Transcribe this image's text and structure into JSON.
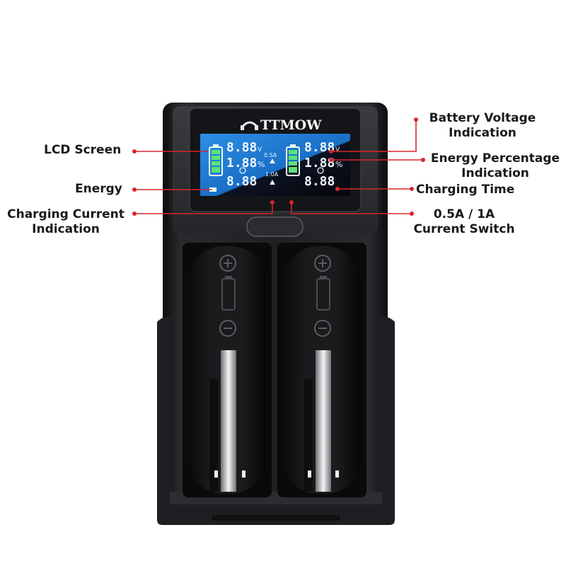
{
  "brand": "TTMOW",
  "callouts": {
    "lcd_screen": "LCD Screen",
    "energy": "Energy",
    "charging_current_line1": "Charging Current",
    "charging_current_line2": "Indication",
    "battery_voltage_line1": "Battery Voltage",
    "battery_voltage_line2": "Indication",
    "energy_percentage_line1": "Energy Percentage",
    "energy_percentage_line2": "Indication",
    "charging_time": "Charging Time",
    "switch_line1": "0.5A / 1A",
    "switch_line2": "Current Switch"
  },
  "lcd": {
    "left_voltage": "8.88",
    "right_voltage": "8.88",
    "voltage_unit": "V",
    "left_percent": "1.88",
    "right_percent": "1.88",
    "percent_unit": "%",
    "left_time": "8.88",
    "right_time": "8.88",
    "current_low": "0.5A",
    "current_high": "1.0A"
  },
  "colors": {
    "callout_line": "#d8262c",
    "lcd_blue": "#3a9be8",
    "body": "#1c1c1e"
  }
}
